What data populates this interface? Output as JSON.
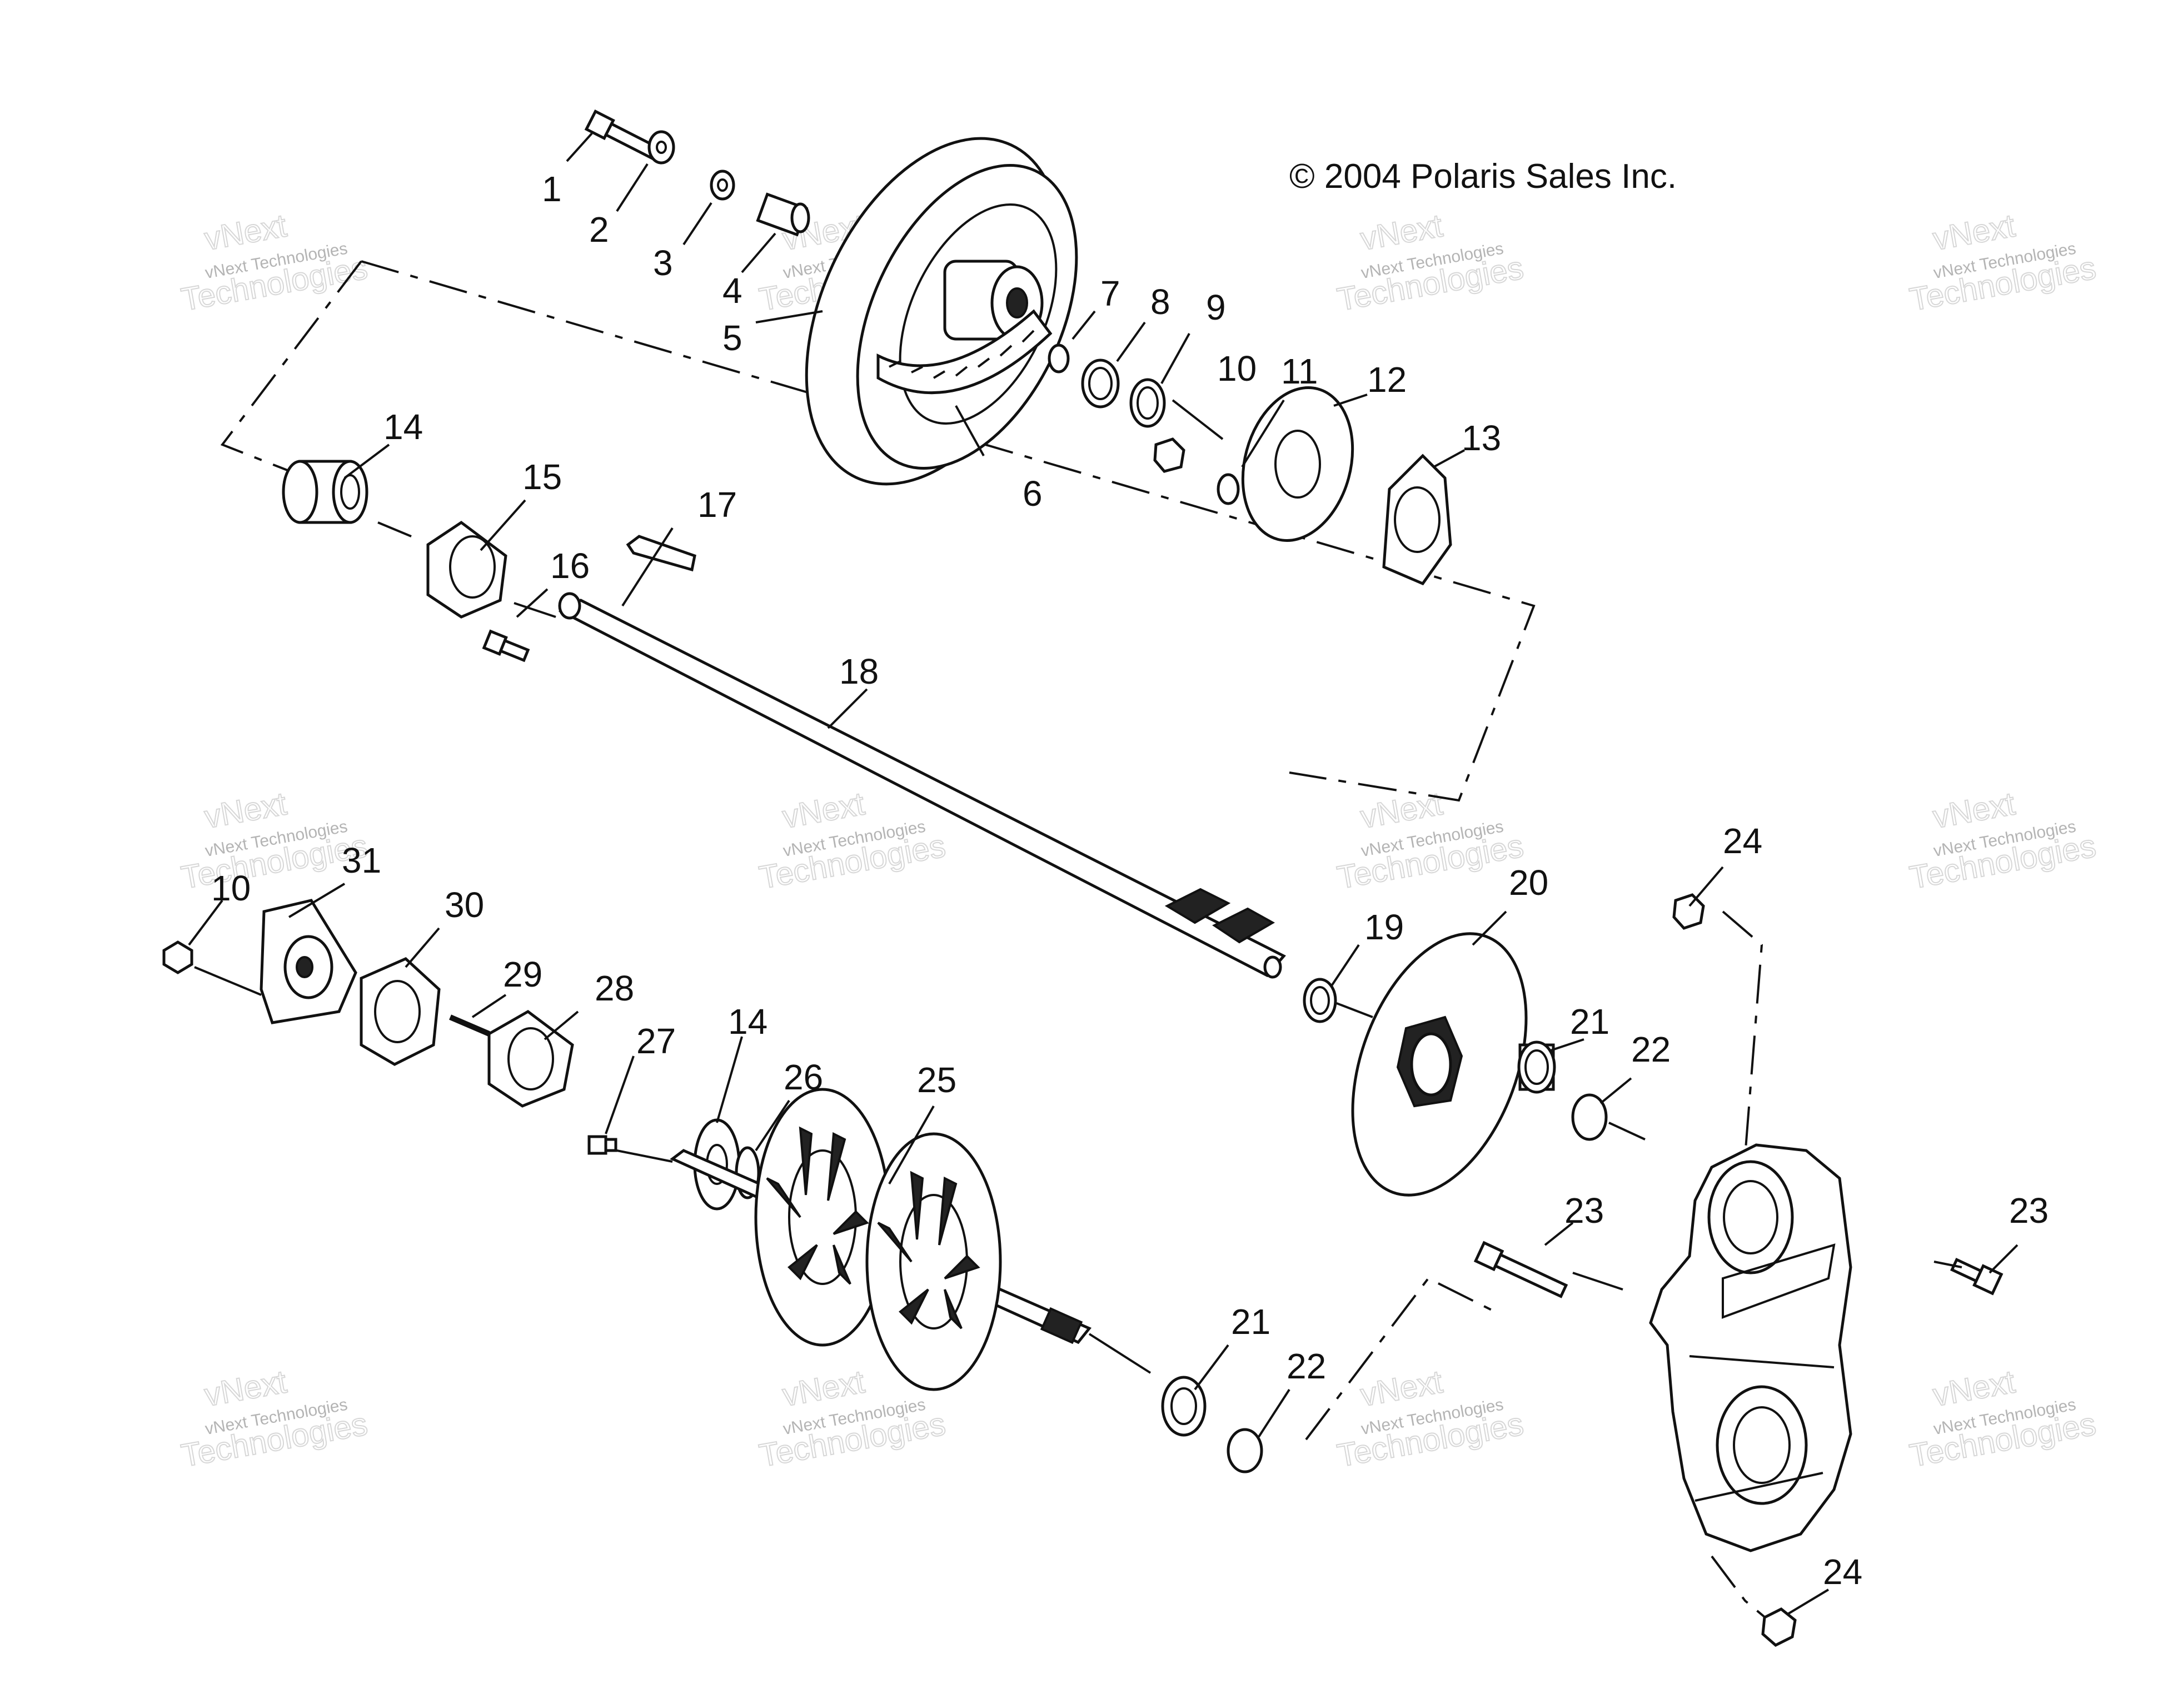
{
  "copyright": "© 2004 Polaris Sales Inc.",
  "watermark": {
    "line_small": "vNext Technologies",
    "line_big_1": "vNext",
    "line_big_2": "Technologies"
  },
  "callouts": {
    "c1": "1",
    "c2": "2",
    "c3": "3",
    "c4": "4",
    "c5": "5",
    "c6": "6",
    "c7": "7",
    "c8": "8",
    "c9": "9",
    "c10a": "10",
    "c11": "11",
    "c12": "12",
    "c13": "13",
    "c14a": "14",
    "c15": "15",
    "c16": "16",
    "c17": "17",
    "c18": "18",
    "c10b": "10",
    "c31": "31",
    "c30": "30",
    "c29": "29",
    "c28": "28",
    "c27": "27",
    "c14b": "14",
    "c26": "26",
    "c25": "25",
    "c19": "19",
    "c20": "20",
    "c21a": "21",
    "c22a": "22",
    "c21b": "21",
    "c22b": "22",
    "c23a": "23",
    "c23b": "23",
    "c24a": "24",
    "c24b": "24"
  },
  "colors": {
    "line": "#111111",
    "background": "#ffffff",
    "watermark": "#777777"
  }
}
